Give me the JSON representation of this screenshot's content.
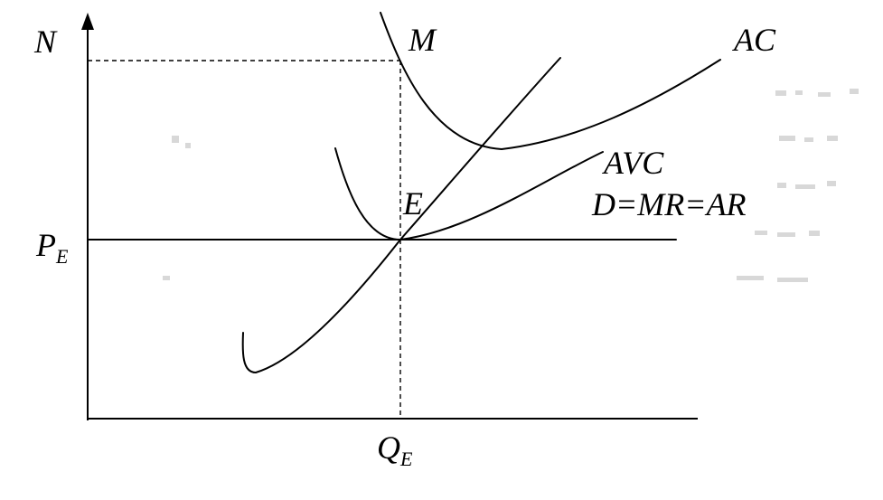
{
  "diagram": {
    "axes": {
      "y_label": "N",
      "y_mark_label": {
        "main": "P",
        "sub": "E"
      },
      "x_mark_label": {
        "main": "Q",
        "sub": "E"
      }
    },
    "curve_labels": {
      "marginal_cost": "M",
      "average_cost": "AC",
      "average_variable_cost": "AVC",
      "demand": "D=MR=AR"
    },
    "point_labels": {
      "equilibrium": "E"
    },
    "colors": {
      "ink": "#000000",
      "background": "#ffffff"
    }
  }
}
